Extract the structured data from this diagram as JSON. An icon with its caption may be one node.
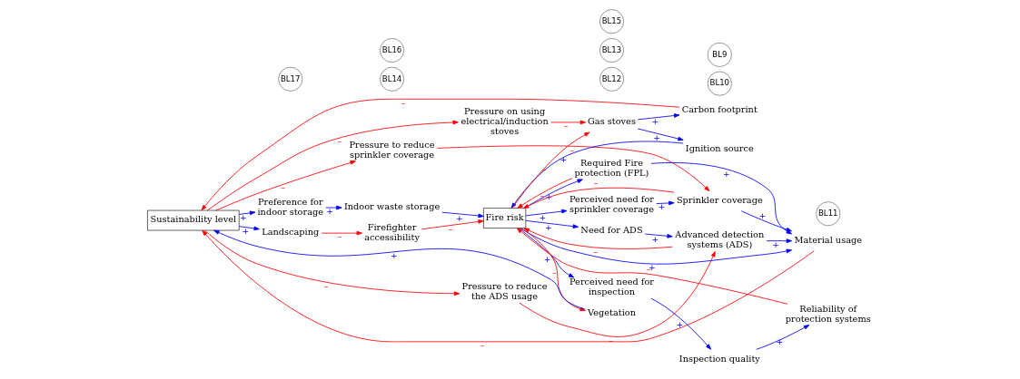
{
  "diagram": {
    "nodes": [
      {
        "text": [
          "Sustainability level"
        ]
      },
      {
        "text": [
          "Landscaping"
        ]
      },
      {
        "text": [
          "Firefighter accessibility"
        ]
      },
      {
        "text": [
          "Preference for indoor storage"
        ]
      },
      {
        "text": [
          "Pressure to reduce the ADS usage"
        ]
      },
      {
        "text": [
          "Pressure to reduce sprinkler coverage"
        ]
      },
      {
        "text": [
          "Carbon footprint"
        ]
      },
      {
        "text": [
          "Gas stoves"
        ]
      },
      {
        "text": [
          "Pressure on using electrical/induction stoves"
        ]
      },
      {
        "text": [
          "Material usage"
        ]
      },
      {
        "text": [
          "Ignition source"
        ]
      },
      {
        "text": [
          "Required Fire protection (FPL)"
        ]
      },
      {
        "text": [
          "Fire risk"
        ]
      },
      {
        "text": [
          "Reliability of protection systems"
        ]
      },
      {
        "text": [
          "Perceived need for sprinkler coverage"
        ]
      },
      {
        "text": [
          "Sprinkler coverage"
        ]
      },
      {
        "text": [
          "Advanced detection systems (ADS)"
        ]
      },
      {
        "text": [
          "Need for ADS"
        ]
      },
      {
        "text": [
          "Vegetation"
        ]
      },
      {
        "text": [
          "Perceived need for inspection"
        ]
      },
      {
        "text": [
          "Inspection quality"
        ]
      },
      {
        "text": [
          "Indoor waste storage"
        ]
      }
    ],
    "edges": [
      {
        "from": 0,
        "to": 1,
        "arrow": "to",
        "label": "+"
      },
      {
        "from": 0,
        "to": 3,
        "arrow": "to",
        "label": "+"
      },
      {
        "from": 0,
        "to": 4,
        "arrow": "to",
        "label": "–",
        "color": "#ff0000"
      },
      {
        "from": 0,
        "to": 5,
        "arrow": "to",
        "label": "–",
        "color": "#ff0000"
      },
      {
        "from": 0,
        "to": 8,
        "arrow": "to",
        "label": "–",
        "color": "#ff0000"
      },
      {
        "from": 1,
        "to": 2,
        "arrow": "to",
        "label": "–",
        "color": "#ff0000"
      },
      {
        "from": 2,
        "to": 12,
        "arrow": "to",
        "label": "–",
        "color": "#ff0000"
      },
      {
        "from": 3,
        "to": 21,
        "arrow": "to",
        "label": "+"
      },
      {
        "from": 4,
        "to": 16,
        "arrow": "to",
        "label": "–",
        "color": "#ff0000"
      },
      {
        "from": 5,
        "to": 15,
        "arrow": "to",
        "label": "–",
        "color": "#ff0000"
      },
      {
        "from": 6,
        "to": 0,
        "arrow": "to",
        "label": "–",
        "color": "#ff0000"
      },
      {
        "from": 7,
        "to": 6,
        "arrow": "to",
        "label": "+"
      },
      {
        "from": 7,
        "to": 10,
        "arrow": "to",
        "label": "+"
      },
      {
        "from": 8,
        "to": 7,
        "arrow": "to",
        "label": "–",
        "color": "#ff0000"
      },
      {
        "from": 9,
        "to": 0,
        "arrow": "to",
        "label": "–",
        "color": "#ff0000"
      },
      {
        "from": 10,
        "to": 12,
        "arrow": "to",
        "label": "+"
      },
      {
        "from": 11,
        "to": 9,
        "arrow": "to",
        "label": "+"
      },
      {
        "from": 11,
        "to": 12,
        "arrow": "to",
        "label": "–",
        "color": "#ff0000"
      },
      {
        "from": 12,
        "to": 7,
        "arrow": "to",
        "label": "–",
        "color": "#ff0000"
      },
      {
        "from": 12,
        "to": 9,
        "arrow": "to",
        "label": "+"
      },
      {
        "from": 12,
        "to": 11,
        "arrow": "to",
        "label": "+"
      },
      {
        "from": 12,
        "to": 14,
        "arrow": "to",
        "label": "+"
      },
      {
        "from": 12,
        "to": 17,
        "arrow": "to",
        "label": "+"
      },
      {
        "from": 12,
        "to": 18,
        "arrow": "to",
        "label": "–",
        "color": "#ff0000"
      },
      {
        "from": 12,
        "to": 19,
        "arrow": "to",
        "label": "+"
      },
      {
        "from": 13,
        "to": 12,
        "arrow": "to",
        "label": "–",
        "color": "#ff0000"
      },
      {
        "from": 14,
        "to": 15,
        "arrow": "to",
        "label": "+"
      },
      {
        "from": 15,
        "to": 9,
        "arrow": "to",
        "label": "+"
      },
      {
        "from": 15,
        "to": 12,
        "arrow": "to",
        "label": "–",
        "color": "#ff0000"
      },
      {
        "from": 16,
        "to": 9,
        "arrow": "to",
        "label": "+"
      },
      {
        "from": 16,
        "to": 12,
        "arrow": "to",
        "label": "–",
        "color": "#ff0000"
      },
      {
        "from": 17,
        "to": 16,
        "arrow": "to",
        "label": "+"
      },
      {
        "from": 18,
        "to": 0,
        "arrow": "to",
        "label": "+"
      },
      {
        "from": 19,
        "to": 20,
        "arrow": "to",
        "label": "+"
      },
      {
        "from": 20,
        "to": 13,
        "arrow": "to",
        "label": "+"
      },
      {
        "from": 21,
        "to": 12,
        "arrow": "to",
        "label": "+"
      }
    ],
    "labels": [
      "BL12",
      "BL10",
      "BL9",
      "BL17",
      "BL11",
      "BL13",
      "BL14",
      "BL15",
      "BL16"
    ]
  }
}
